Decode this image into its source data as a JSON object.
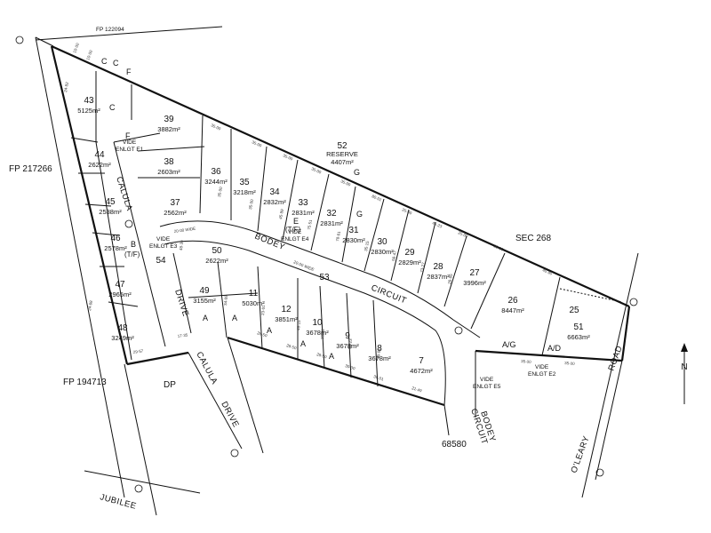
{
  "header": {
    "fp_top": "FP 122094"
  },
  "lots": [
    {
      "no": "43",
      "area": "5125m²"
    },
    {
      "no": "39",
      "area": "3882m²"
    },
    {
      "no": "44",
      "area": "2622m²"
    },
    {
      "no": "38",
      "area": "2603m²"
    },
    {
      "no": "36",
      "area": "3244m²"
    },
    {
      "no": "35",
      "area": "3218m²"
    },
    {
      "no": "34",
      "area": "2832m²"
    },
    {
      "no": "33",
      "area": "2831m²"
    },
    {
      "no": "32",
      "area": "2831m²"
    },
    {
      "no": "31",
      "area": "2830m²"
    },
    {
      "no": "37",
      "area": "2562m²"
    },
    {
      "no": "45",
      "area": "2538m²"
    },
    {
      "no": "30",
      "area": "2830m²"
    },
    {
      "no": "29",
      "area": "2829m²"
    },
    {
      "no": "28",
      "area": "2837m²"
    },
    {
      "no": "27",
      "area": "3996m²"
    },
    {
      "no": "46",
      "area": "2578m²"
    },
    {
      "no": "50",
      "area": "2622m²"
    },
    {
      "no": "47",
      "area": "2965m²"
    },
    {
      "no": "11",
      "area": "5030m²"
    },
    {
      "no": "49",
      "area": "3155m²"
    },
    {
      "no": "26",
      "area": "8447m²"
    },
    {
      "no": "12",
      "area": "3851m²"
    },
    {
      "no": "10",
      "area": "3678m²"
    },
    {
      "no": "9",
      "area": "3678m²"
    },
    {
      "no": "8",
      "area": "3678m²"
    },
    {
      "no": "48",
      "area": "3249m²"
    },
    {
      "no": "51",
      "area": "6663m²"
    },
    {
      "no": "7",
      "area": "4672m²"
    }
  ],
  "reserve": {
    "no": "52",
    "label": "RESERVE",
    "area": "4407m²"
  },
  "lot53": "53",
  "lot54": "54",
  "lot25": "25",
  "roads": {
    "calula_top": "CALULA",
    "drive_mid": "DRIVE",
    "calula_bottom": "CALULA",
    "drive_bottom": "DRIVE",
    "bodey": "BODEY",
    "circuit": "CIRCUIT",
    "bodey_circuit_1": "BODEY",
    "bodey_circuit_2": "CIRCUIT",
    "oleary": "O'LEARY",
    "road": "ROAD",
    "jubilee": "JUBILEE"
  },
  "labels": {
    "fp_left": "FP 217266",
    "fp_bottom": "FP 194713",
    "sec": "SEC 268",
    "dp": "DP",
    "dp_number": "68580",
    "north": "N"
  },
  "easements": {
    "e1_vide": "VIDE",
    "e1_ref": "ENLGT E1",
    "e3_vide": "VIDE",
    "e3_ref": "ENLGT E3",
    "e4_vide": "VIDE",
    "e4_ref": "ENLGT E4",
    "e5_vide": "VIDE",
    "e5_ref": "ENLGT E5",
    "e2_vide": "VIDE",
    "e2_ref": "ENLGT E2",
    "letters": {
      "c1": "C",
      "c2": "C",
      "c3": "C",
      "f1": "F",
      "f2": "F",
      "g1": "G",
      "g2": "G",
      "e": "E",
      "tf1": "(T/F)",
      "b": "B",
      "tf2": "(T/F)",
      "a1": "A",
      "a2": "A",
      "a3": "A",
      "a4": "A",
      "a5": "A",
      "ag": "A/G",
      "ad": "A/D"
    }
  },
  "widths": {
    "w1": "20·00 WIDE",
    "w2": "20·00 WIDE"
  },
  "dims": [
    "10·00",
    "10·00",
    "24·82",
    "35·00",
    "35·00",
    "35·00",
    "35·00",
    "35·00",
    "80·01",
    "25·00",
    "46·23",
    "25·00",
    "30·00",
    "40·95",
    "29·57",
    "17·35",
    "28·50",
    "28·50",
    "28·50",
    "30·00",
    "36·01",
    "21·49",
    "35·00",
    "35·00",
    "35·00",
    "35·00",
    "45·89",
    "75·51",
    "78·61",
    "35·15",
    "56·47",
    "73·27",
    "26·65",
    "34·09",
    "23·01",
    "46·15",
    "38·68",
    "50·23",
    "40·61",
    "48·36",
    "24·68"
  ]
}
